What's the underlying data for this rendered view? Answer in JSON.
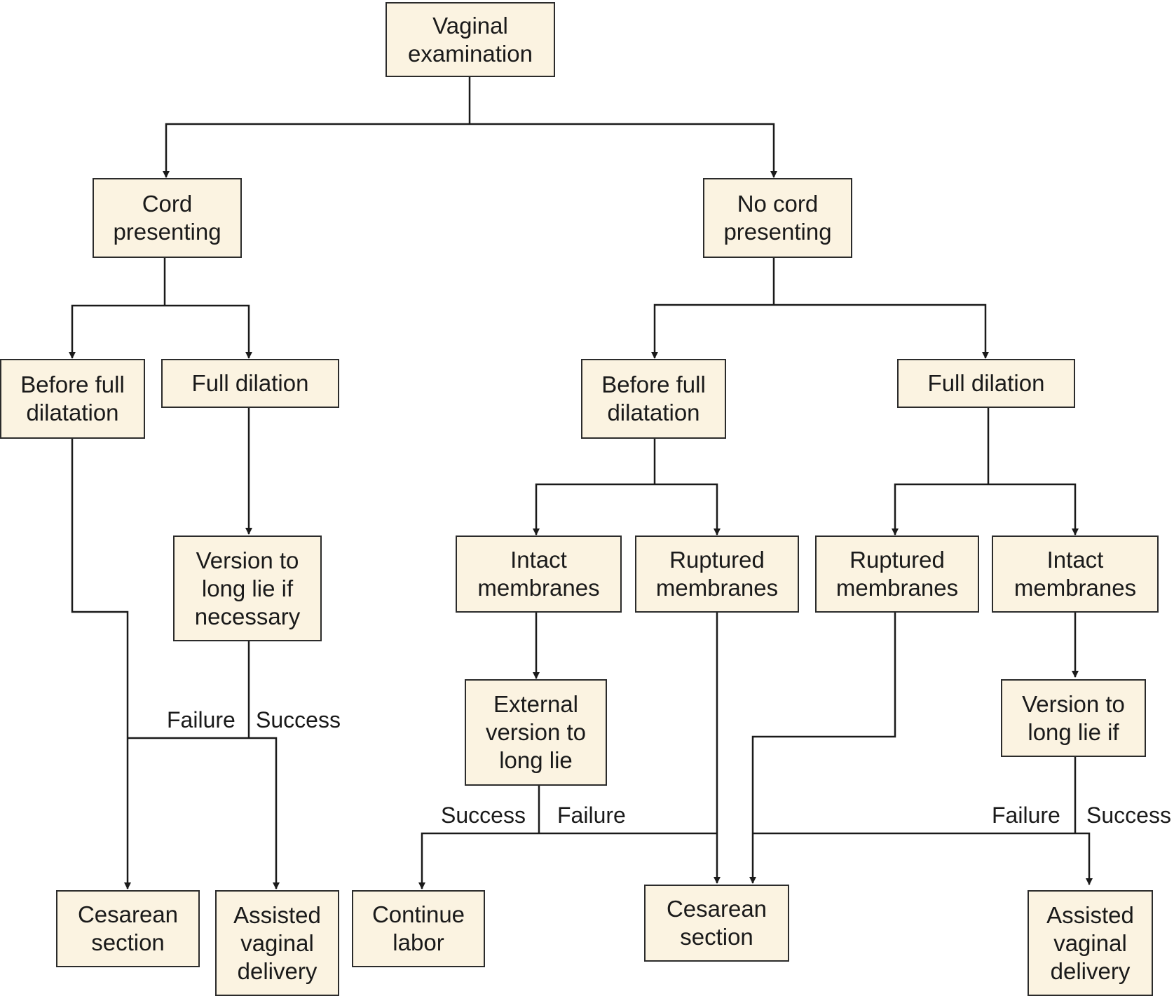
{
  "nodes": {
    "vaginal_exam": "Vaginal\nexamination",
    "cord_presenting": "Cord\npresenting",
    "no_cord_presenting": "No cord\npresenting",
    "left_before_full": "Before full\ndilatation",
    "left_full_dilation": "Full dilation",
    "left_version": "Version to\nlong lie if\nnecessary",
    "left_cesarean": "Cesarean\nsection",
    "left_assisted": "Assisted\nvaginal\ndelivery",
    "right_before_full": "Before full\ndilatation",
    "right_full_dilation": "Full dilation",
    "intact_membranes_1": "Intact\nmembranes",
    "ruptured_membranes_1": "Ruptured\nmembranes",
    "ruptured_membranes_2": "Ruptured\nmembranes",
    "intact_membranes_2": "Intact\nmembranes",
    "external_version": "External\nversion to\nlong lie",
    "right_version": "Version to\nlong lie if",
    "continue_labor": "Continue\nlabor",
    "center_cesarean": "Cesarean\nsection",
    "right_assisted": "Assisted\nvaginal\ndelivery"
  },
  "edge_labels": {
    "left_failure": "Failure",
    "left_success": "Success",
    "ext_success": "Success",
    "ext_failure": "Failure",
    "right_failure": "Failure",
    "right_success": "Success"
  }
}
